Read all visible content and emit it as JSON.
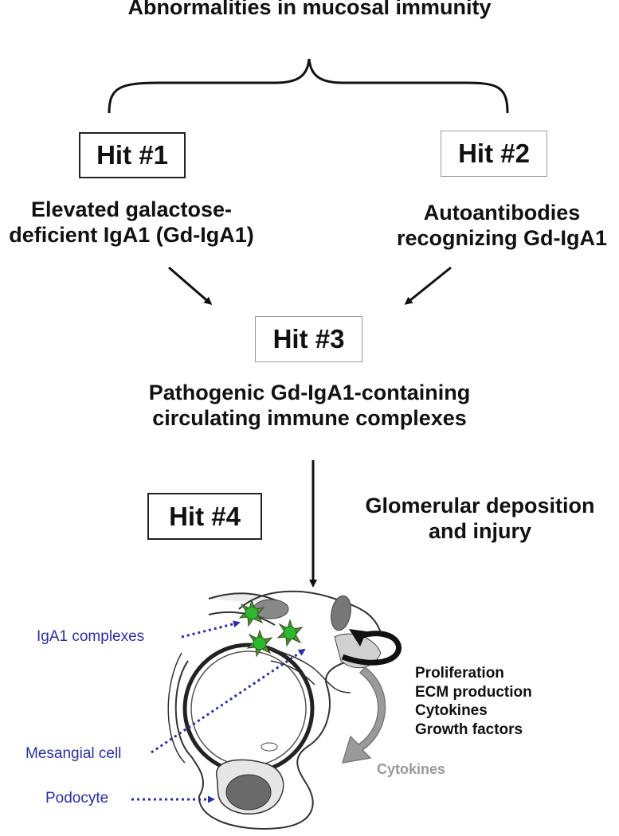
{
  "title": "Abnormalities in mucosal immunity",
  "hits": [
    {
      "label": "Hit #1",
      "description": "Elevated galactose-deficient IgA1 (Gd-IgA1)",
      "description_lines": [
        "Elevated galactose-",
        "deficient IgA1 (Gd-IgA1)"
      ]
    },
    {
      "label": "Hit #2",
      "description": "Autoantibodies recognizing Gd-IgA1",
      "description_lines": [
        "Autoantibodies",
        "recognizing Gd-IgA1"
      ]
    },
    {
      "label": "Hit #3",
      "description": "Pathogenic Gd-IgA1-containing circulating immune complexes",
      "description_lines": [
        "Pathogenic Gd-IgA1-containing",
        "circulating immune complexes"
      ]
    },
    {
      "label": "Hit #4",
      "description": "Glomerular deposition and injury",
      "description_lines": [
        "Glomerular deposition",
        "and injury"
      ]
    }
  ],
  "illustration": {
    "labels": {
      "iga1_complexes": "IgA1 complexes",
      "mesangial_cell": "Mesangial cell",
      "podocyte": "Podocyte",
      "cytokines": "Cytokines"
    },
    "outcomes": [
      "Proliferation",
      "ECM production",
      "Cytokines",
      "Growth factors"
    ]
  },
  "colors": {
    "label_blue": "#2b2fa0",
    "complex_green": "#2fb82f",
    "cytokine_gray": "#9a9a9a"
  }
}
